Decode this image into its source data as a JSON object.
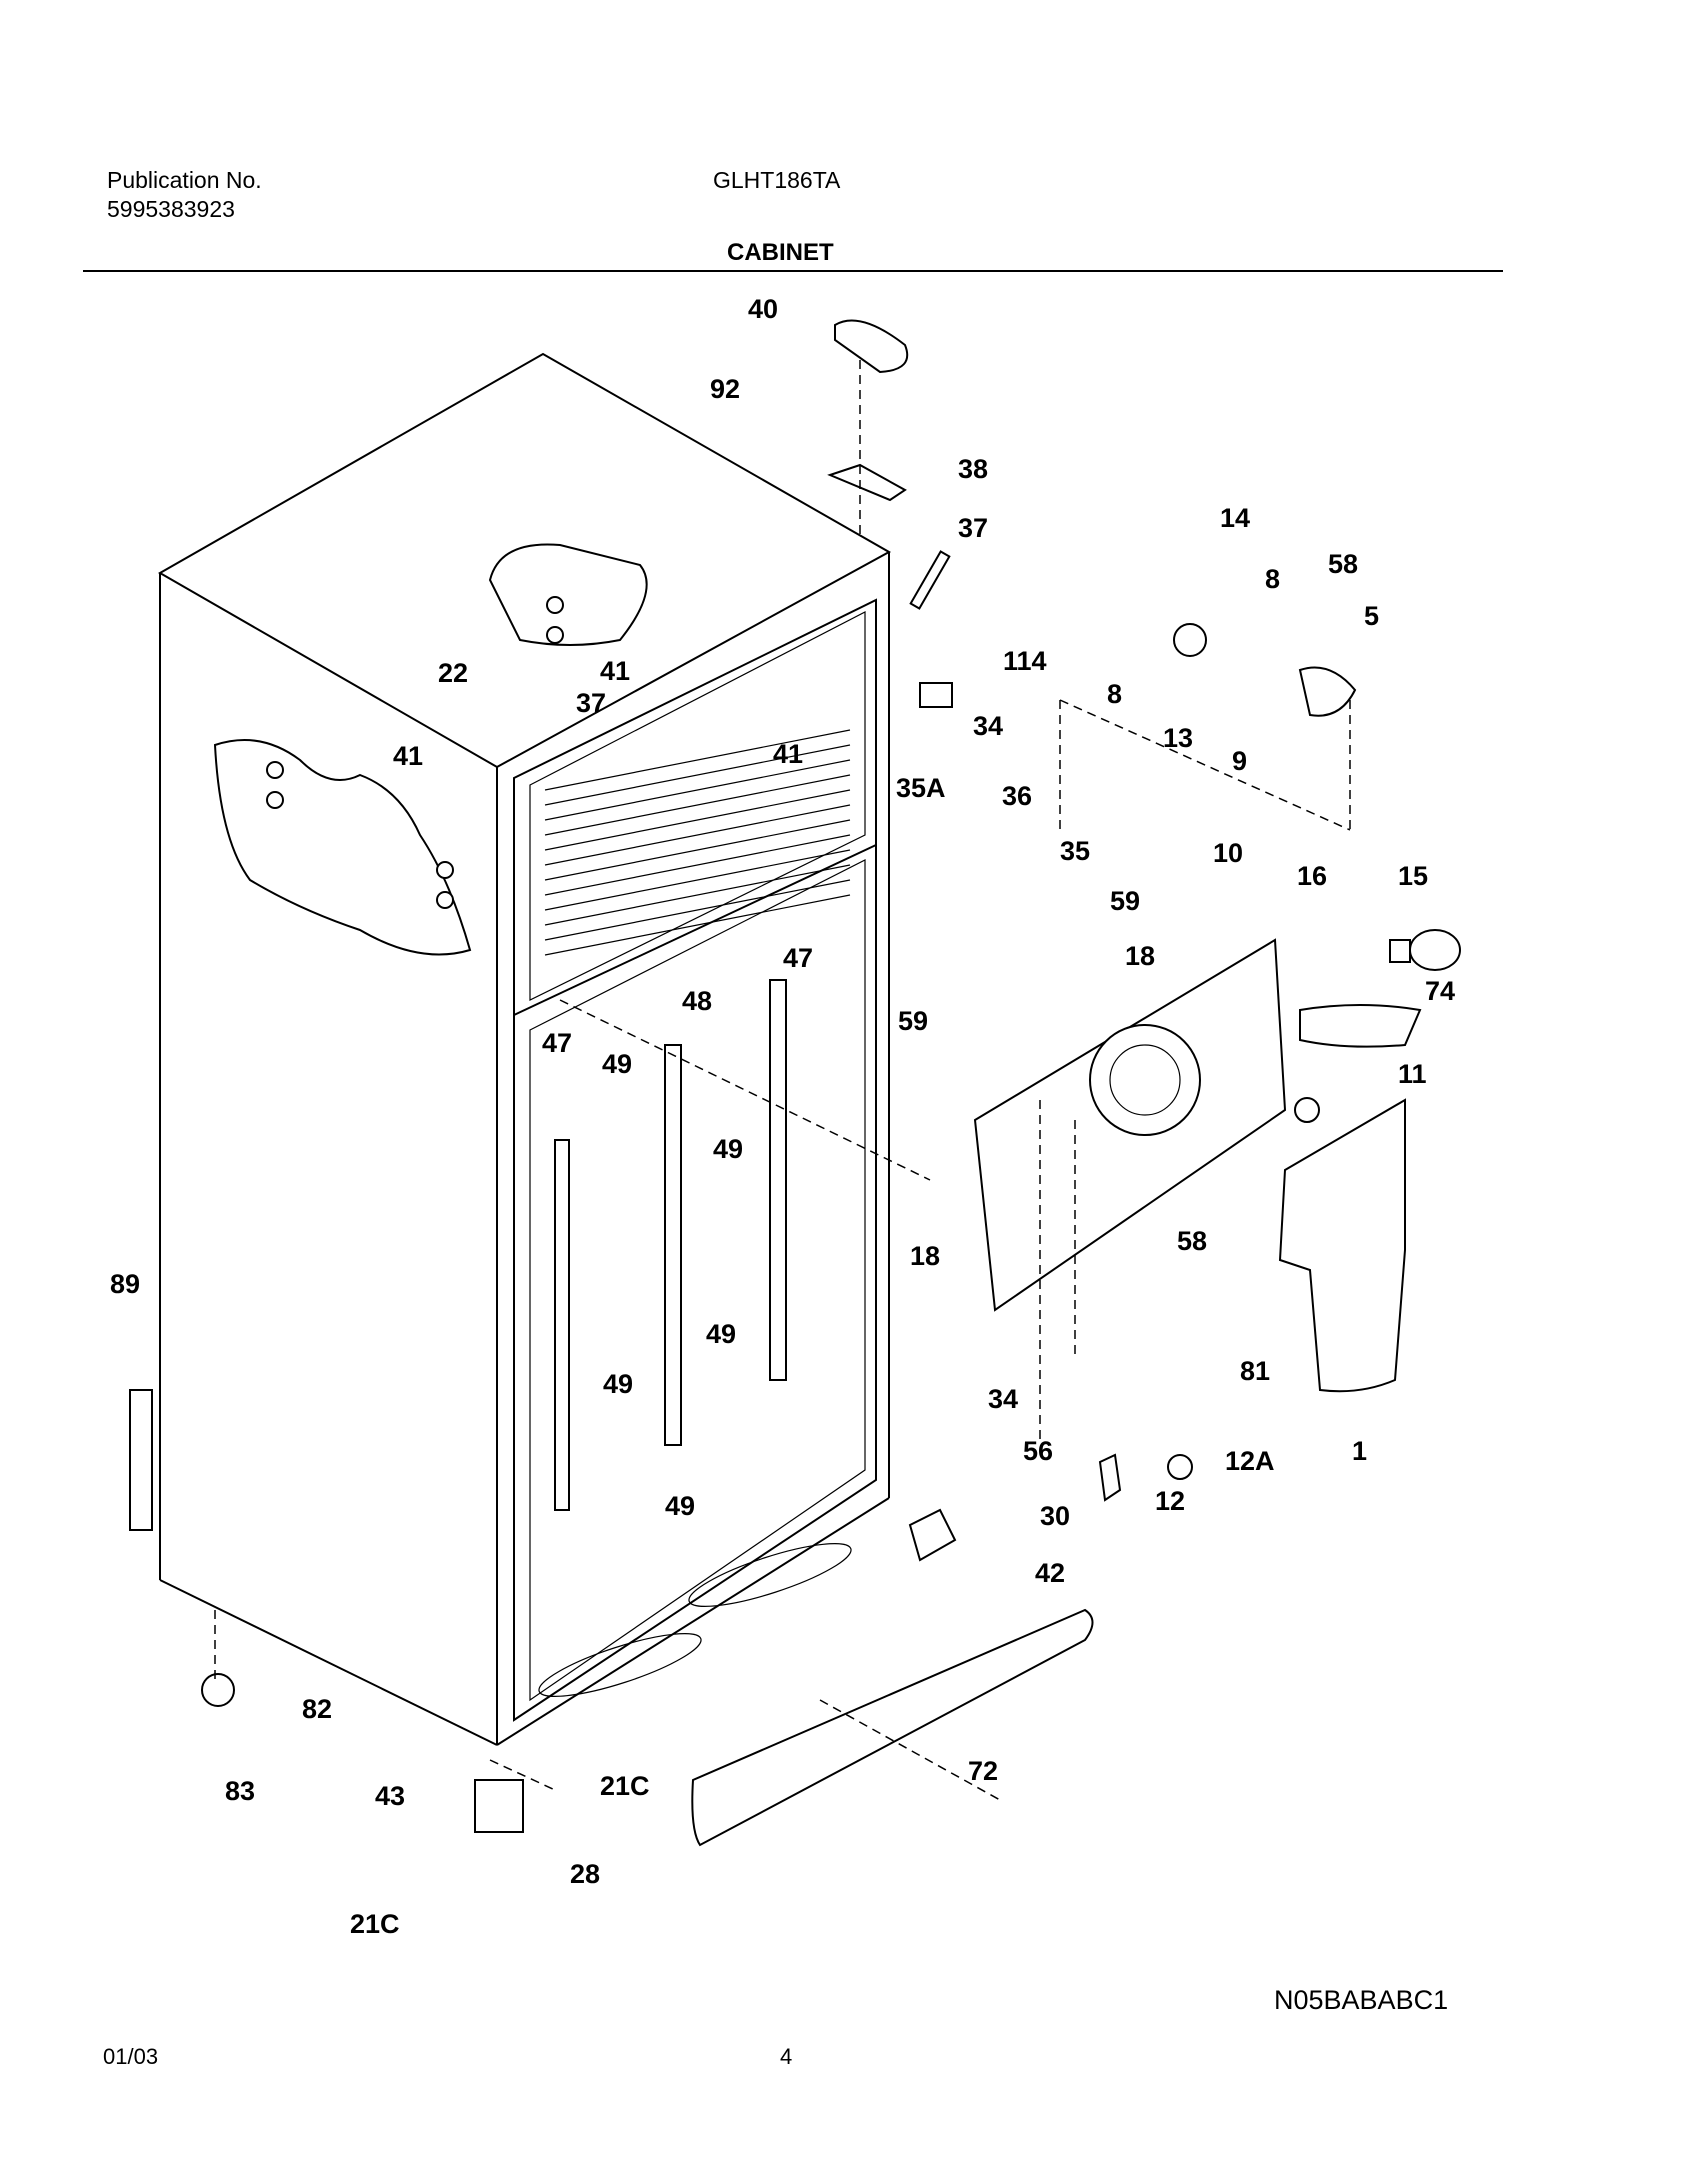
{
  "header": {
    "publication_label": "Publication No.",
    "publication_number": "5995383923",
    "model": "GLHT186TA",
    "section_title": "CABINET"
  },
  "footer": {
    "diagram_code": "N05BABABC1",
    "date": "01/03",
    "page_number": "4"
  },
  "callouts": [
    "40",
    "92",
    "38",
    "37",
    "14",
    "58",
    "8",
    "5",
    "41",
    "114",
    "22",
    "37",
    "41",
    "41",
    "34",
    "8",
    "13",
    "9",
    "35A",
    "36",
    "35",
    "10",
    "16",
    "15",
    "59",
    "18",
    "59",
    "74",
    "47",
    "11",
    "48",
    "49",
    "47",
    "49",
    "18",
    "58",
    "89",
    "49",
    "49",
    "81",
    "34",
    "56",
    "12A",
    "1",
    "12",
    "30",
    "49",
    "42",
    "82",
    "72",
    "21C",
    "83",
    "43",
    "28",
    "21C"
  ]
}
